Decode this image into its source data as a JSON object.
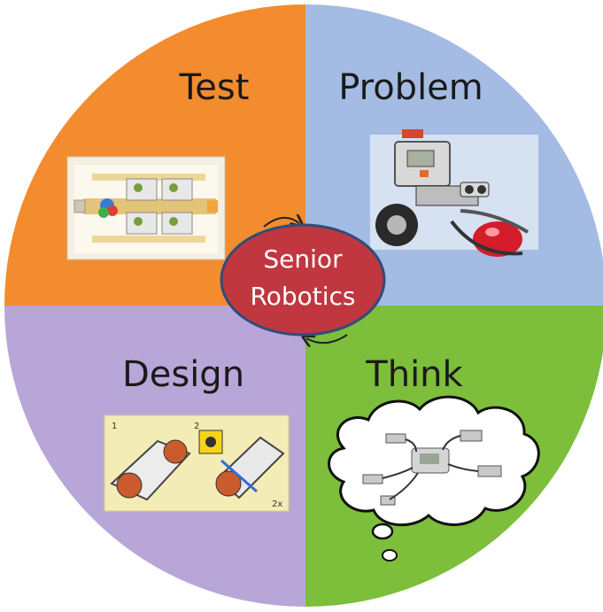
{
  "diagram": {
    "center": {
      "line1": "Senior",
      "line2": "Robotics"
    },
    "quadrants": [
      {
        "key": "test",
        "label": "Test",
        "color": "#F28C2E",
        "image_icon": "program-blocks-icon"
      },
      {
        "key": "problem",
        "label": "Problem",
        "color": "#A4BCE3",
        "image_icon": "robot-icon"
      },
      {
        "key": "think",
        "label": "Think",
        "color": "#7DBE3A",
        "image_icon": "thought-cloud-icon"
      },
      {
        "key": "design",
        "label": "Design",
        "color": "#B8A6D9",
        "image_icon": "build-instructions-icon"
      }
    ],
    "center_color": "#C0373F",
    "design_image_step_labels": [
      "1",
      "2",
      "2x"
    ]
  }
}
